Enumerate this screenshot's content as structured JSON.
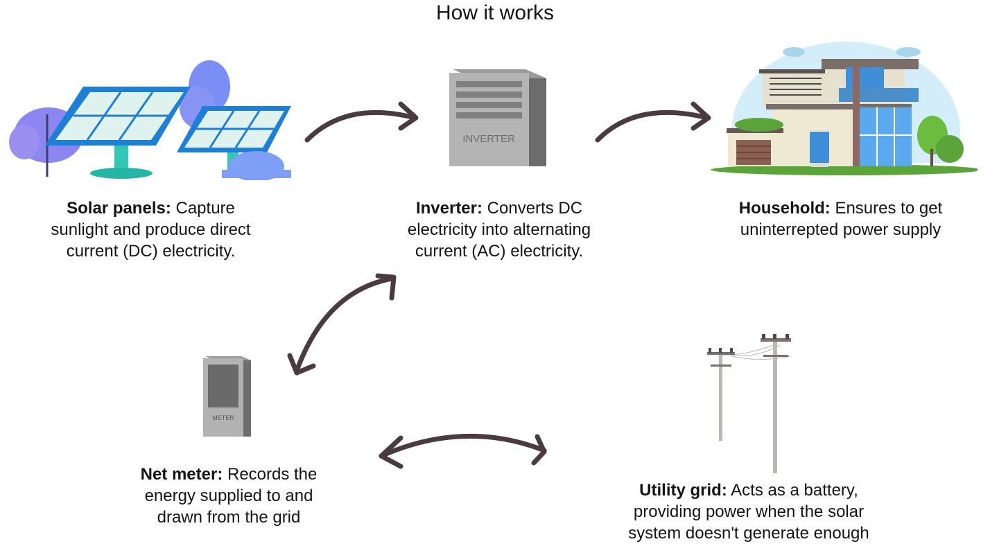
{
  "title": "How it works",
  "steps": {
    "solar": {
      "term": "Solar panels:",
      "line1": " Capture",
      "line2": "sunlight and produce direct",
      "line3": "current (DC) electricity.",
      "icon": "solar-panel"
    },
    "inverter": {
      "term": "Inverter:",
      "line1": " Converts DC",
      "line2": "electricity into alternating",
      "line3": "current (AC) electricity.",
      "icon": "inverter",
      "device_label": "INVERTER"
    },
    "household": {
      "term": "Household:",
      "line1": " Ensures to get",
      "line2": "uninterrepted power supply",
      "icon": "house"
    },
    "meter": {
      "term": "Net meter:",
      "line1": " Records the",
      "line2": "energy supplied to and",
      "line3": "drawn from the grid",
      "icon": "meter",
      "device_label": "METER"
    },
    "grid": {
      "term": "Utility grid:",
      "line1": " Acts as a battery,",
      "line2": "providing power when the solar",
      "line3": "system doesn't generate enough",
      "icon": "utility-pole"
    }
  },
  "colors": {
    "arrow": "#4a3b3f",
    "panel_blue": "#1d7fd6",
    "bush": "#8b86f0",
    "tree": "#6f8ff5",
    "stand": "#33c7b6"
  }
}
